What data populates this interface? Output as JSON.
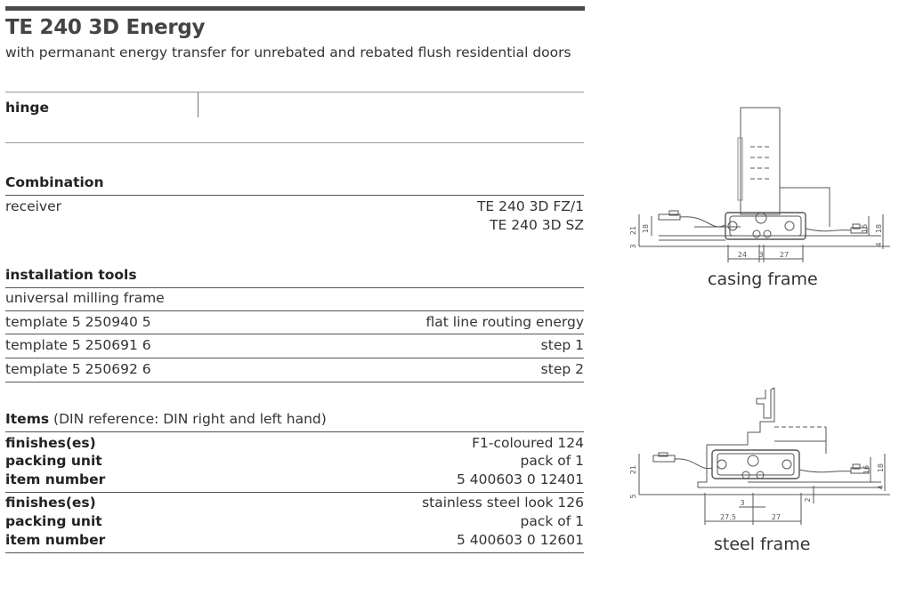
{
  "header": {
    "title": "TE 240 3D Energy",
    "subtitle": "with permanant energy transfer for unrebated and rebated flush residential doors"
  },
  "hinge_label": "hinge",
  "combination": {
    "heading": "Combination",
    "label": "receiver",
    "values": [
      "TE 240 3D FZ/1",
      "TE 240 3D SZ"
    ]
  },
  "installation_tools": {
    "heading": "installation tools",
    "rows": [
      {
        "label": "universal milling frame",
        "value": ""
      },
      {
        "label": "template 5 250940 5",
        "value": "flat line routing energy"
      },
      {
        "label": "template 5 250691 6",
        "value": "step 1"
      },
      {
        "label": "template 5 250692 6",
        "value": "step 2"
      }
    ]
  },
  "items": {
    "heading": "Items",
    "note": "(DIN reference: DIN right and left hand)",
    "groups": [
      {
        "finish_label": "finishes(es)",
        "finish": "F1-coloured 124",
        "packing_label": "packing unit",
        "packing": "pack of 1",
        "item_label": "item number",
        "item": "5 400603 0 12401"
      },
      {
        "finish_label": "finishes(es)",
        "finish": "stainless steel look 126",
        "packing_label": "packing unit",
        "packing": "pack of 1",
        "item_label": "item number",
        "item": "5 400603 0 12601"
      }
    ]
  },
  "drawings": {
    "casing": {
      "caption": "casing frame",
      "dims": {
        "left_21": "21",
        "left_18": "18",
        "left_3": "3",
        "right_16": "16",
        "right_18": "18",
        "right_4": "4",
        "b_24": "24",
        "b_3": "3",
        "b_27": "27"
      }
    },
    "steel": {
      "caption": "steel frame",
      "dims": {
        "left_21": "21",
        "left_5": "5",
        "right_16": "16",
        "right_18": "18",
        "right_4": "4",
        "mid_2": "2",
        "b_3": "3",
        "b_27_5": "27.5",
        "b_27": "27"
      }
    }
  }
}
